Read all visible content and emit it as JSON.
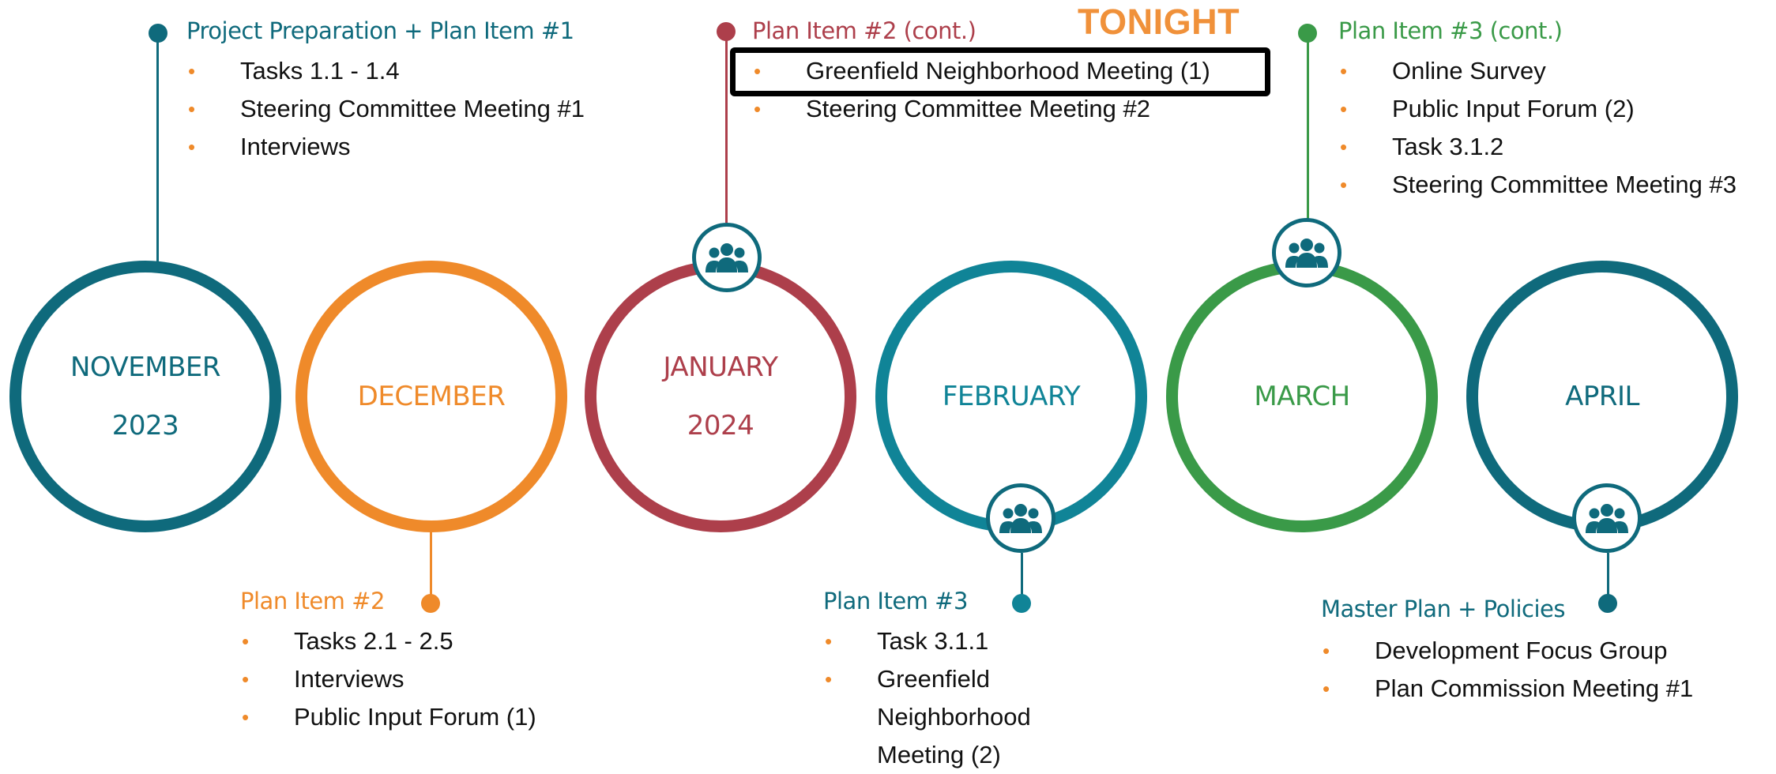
{
  "colors": {
    "teal_dark": "#0f6a7c",
    "orange": "#ef8a2a",
    "red": "#ad3f4b",
    "teal": "#108497",
    "green": "#3a9a48",
    "bullet": "#ef8a2a",
    "callout": "#f0913a"
  },
  "callout": {
    "label": "TONIGHT"
  },
  "months": [
    {
      "line1": "NOVEMBER",
      "line2": "2023"
    },
    {
      "line1": "DECEMBER",
      "line2": ""
    },
    {
      "line1": "JANUARY",
      "line2": "2024"
    },
    {
      "line1": "FEBRUARY",
      "line2": ""
    },
    {
      "line1": "MARCH",
      "line2": ""
    },
    {
      "line1": "APRIL",
      "line2": ""
    }
  ],
  "meeting_icon": "people-group-icon",
  "stages": [
    {
      "heading": "Project Preparation + Plan Item #1",
      "items": [
        "Tasks 1.1 - 1.4",
        "Steering Committee Meeting #1",
        "Interviews"
      ]
    },
    {
      "heading": "Plan Item #2",
      "items": [
        "Tasks 2.1 - 2.5",
        "Interviews",
        "Public Input Forum (1)"
      ]
    },
    {
      "heading": "Plan Item #2 (cont.)",
      "items": [
        "Greenfield Neighborhood Meeting (1)",
        "Steering Committee Meeting #2"
      ]
    },
    {
      "heading": "Plan Item #3",
      "items": [
        "Task 3.1.1",
        "Greenfield Neighborhood Meeting (2)"
      ]
    },
    {
      "heading": "Plan Item #3 (cont.)",
      "items": [
        "Online Survey",
        "Public Input Forum (2)",
        "Task 3.1.2",
        "Steering Committee Meeting #3"
      ]
    },
    {
      "heading": "Master Plan + Policies",
      "items": [
        "Development Focus Group",
        "Plan Commission Meeting #1"
      ]
    }
  ]
}
